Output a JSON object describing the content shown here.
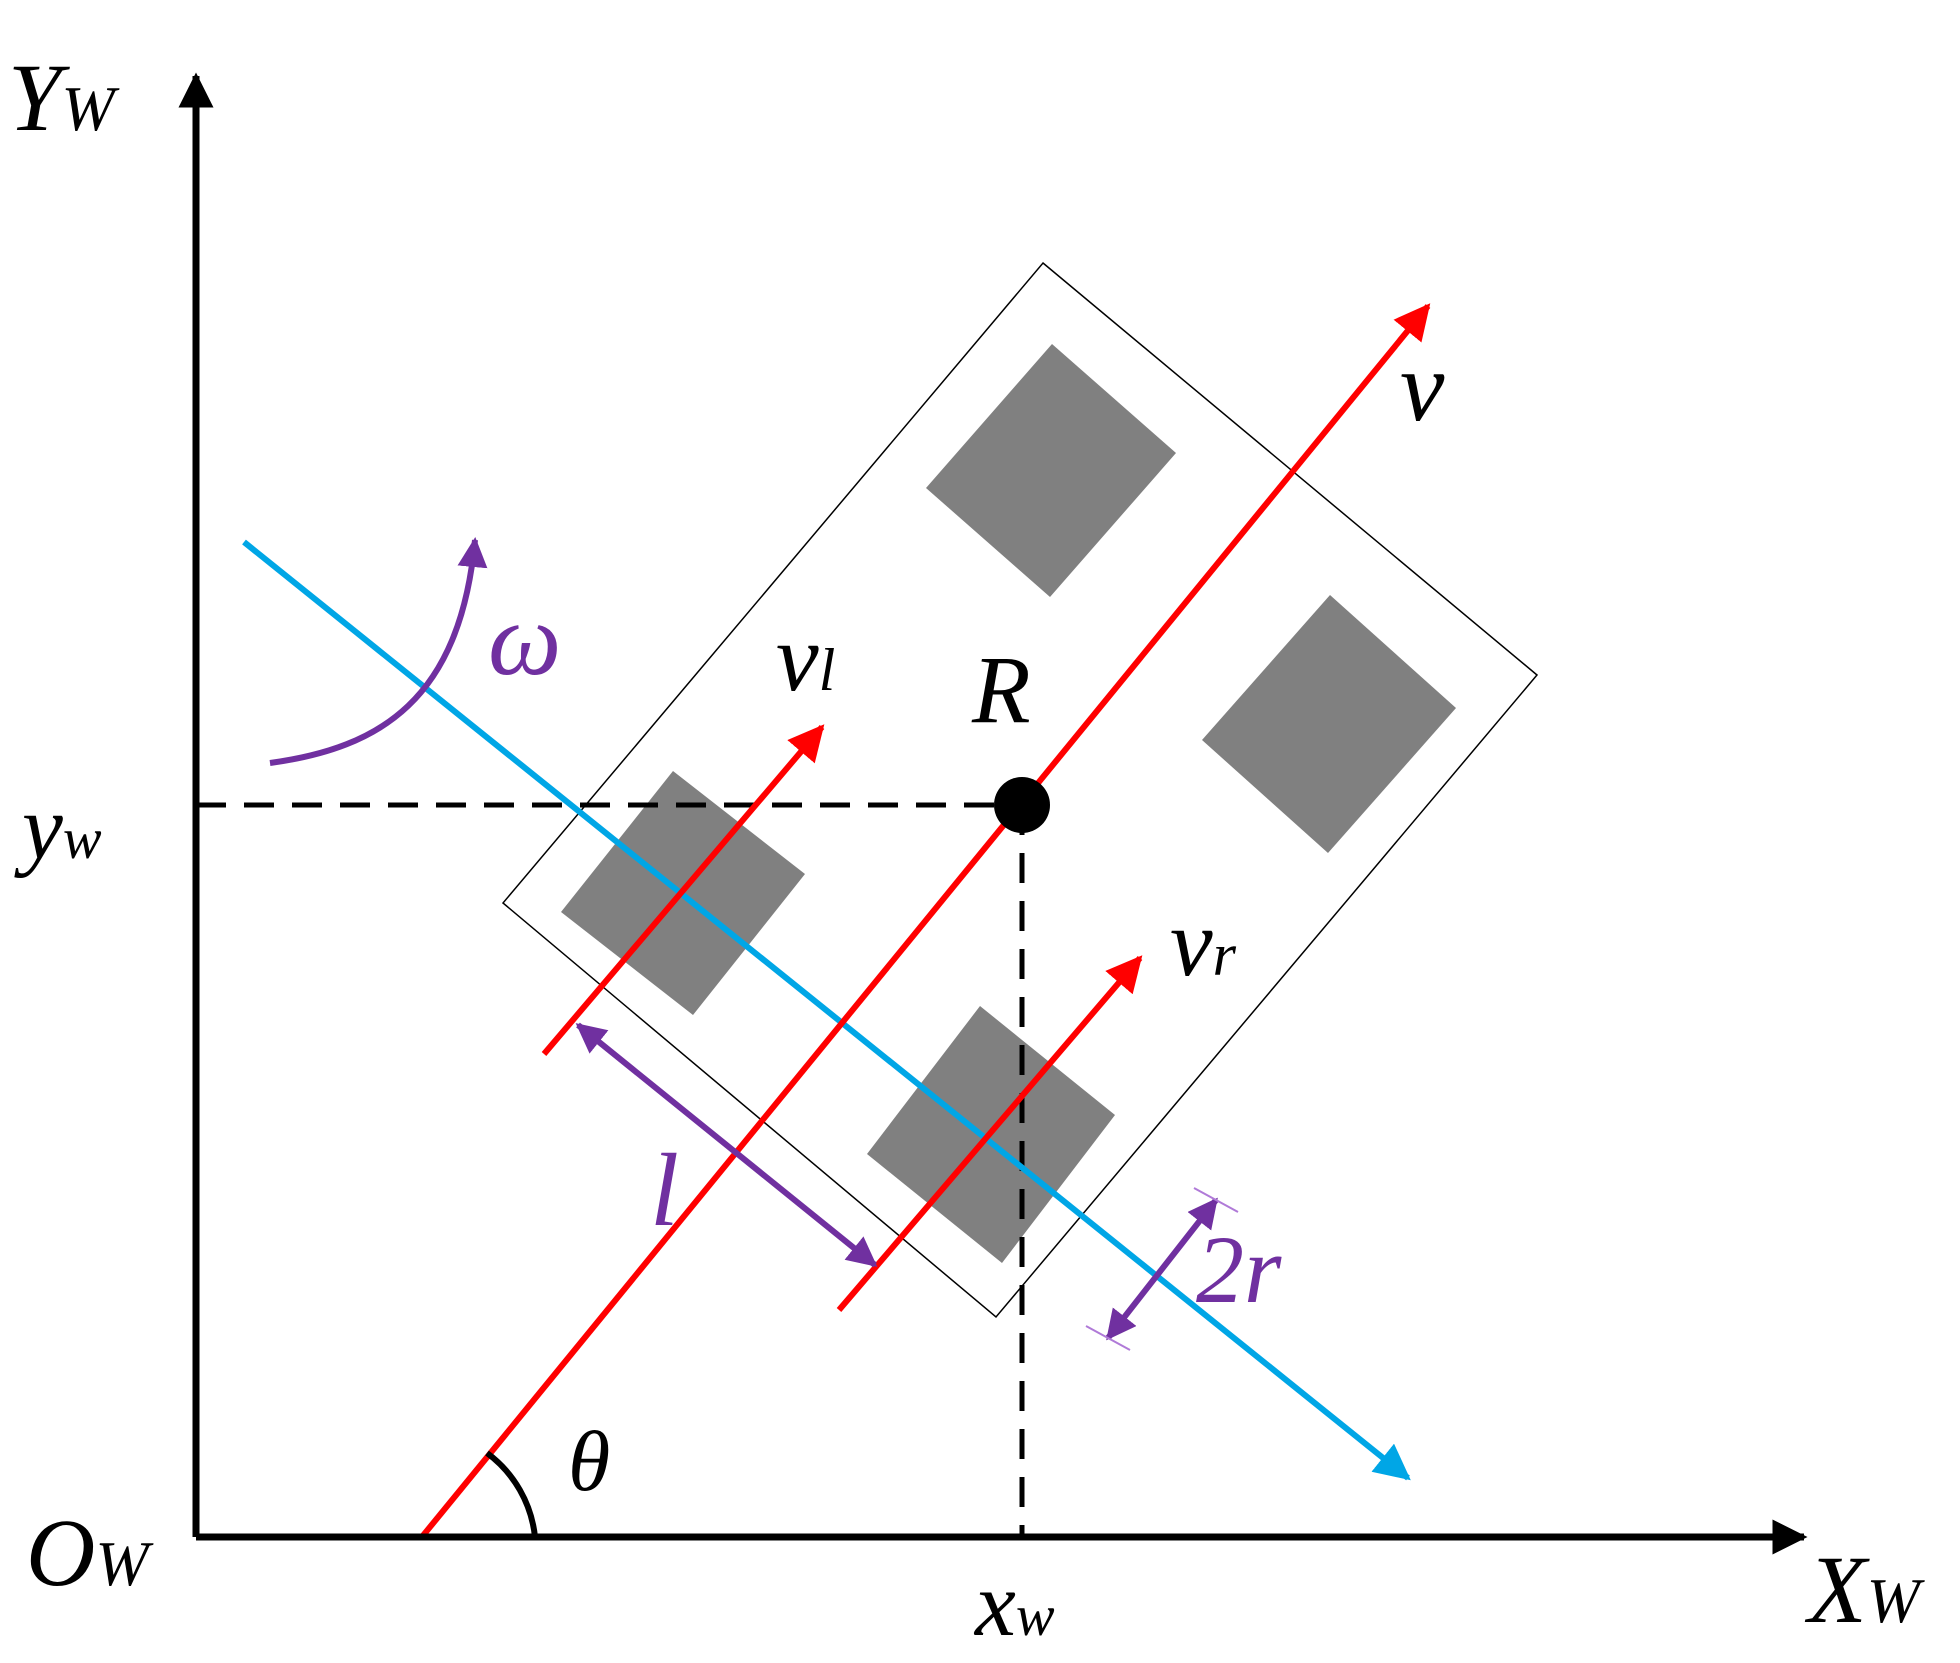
{
  "labels": {
    "y_axis": {
      "main": "Y",
      "sub": "W"
    },
    "x_axis": {
      "main": "X",
      "sub": "W"
    },
    "origin": {
      "main": "O",
      "sub": "W"
    },
    "y_coord": {
      "main": "y",
      "sub": "w"
    },
    "x_coord": {
      "main": "x",
      "sub": "w"
    },
    "reference_point": "R",
    "velocity": "v",
    "left_velocity": {
      "main": "v",
      "sub": "l"
    },
    "right_velocity": {
      "main": "v",
      "sub": "r"
    },
    "angular_velocity": "ω",
    "heading_angle": "θ",
    "wheel_track": "l",
    "wheel_diameter": "2r"
  },
  "colors": {
    "axis": "#000000",
    "velocity": "#ff0000",
    "lateral_axis": "#00a6e6",
    "annotation": "#7030a0",
    "wheel": "#808080"
  }
}
